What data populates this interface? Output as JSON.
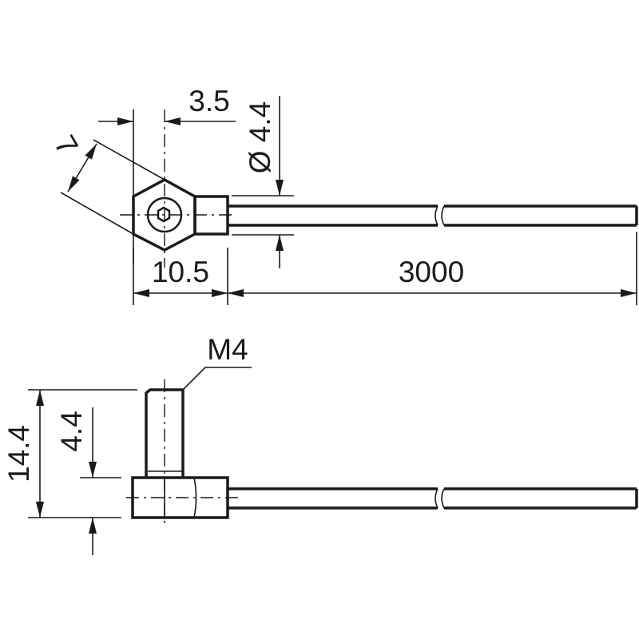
{
  "top_view": {
    "dim_offset": "3.5",
    "dim_diameter": "Ø 4.4",
    "dim_across_flats": "7",
    "dim_head_length": "10.5",
    "dim_cable_length": "3000"
  },
  "side_view": {
    "thread_label": "M4",
    "dim_total_height": "14.4",
    "dim_head_height": "4.4"
  },
  "colors": {
    "line": "#1a1a1a",
    "background": "#ffffff"
  }
}
